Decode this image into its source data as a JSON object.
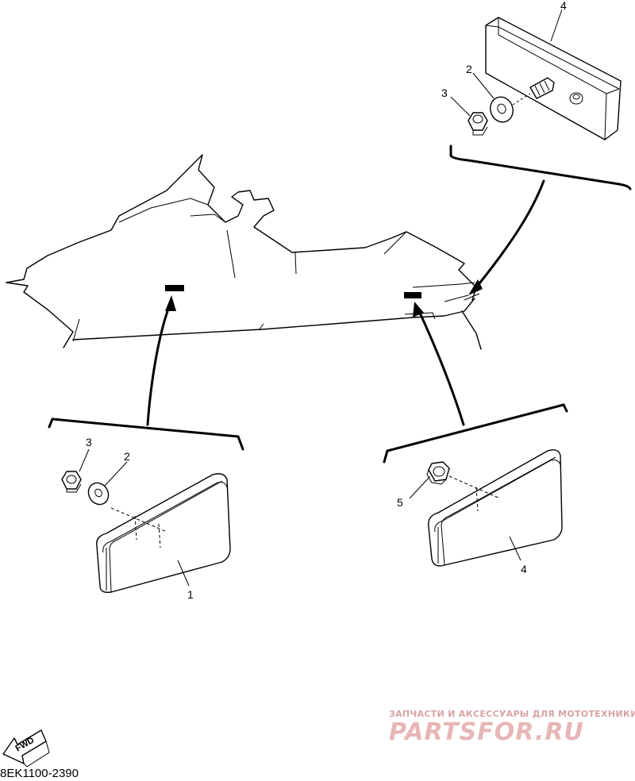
{
  "diagram": {
    "part_code": "8EK1100-2390",
    "fwd_label": "FWD",
    "callouts": {
      "top_reflector": "4",
      "top_washer": "2",
      "top_nut": "3",
      "left_nut": "3",
      "left_washer": "2",
      "left_reflector": "1",
      "right_nut": "5",
      "right_reflector": "4"
    }
  },
  "watermark": {
    "tagline": "ЗАПЧАСТИ И АКСЕССУАРЫ ДЛЯ МОТОТЕХНИКИ",
    "brand": "PARTSFOR.RU",
    "color": "#e7b6b6"
  }
}
